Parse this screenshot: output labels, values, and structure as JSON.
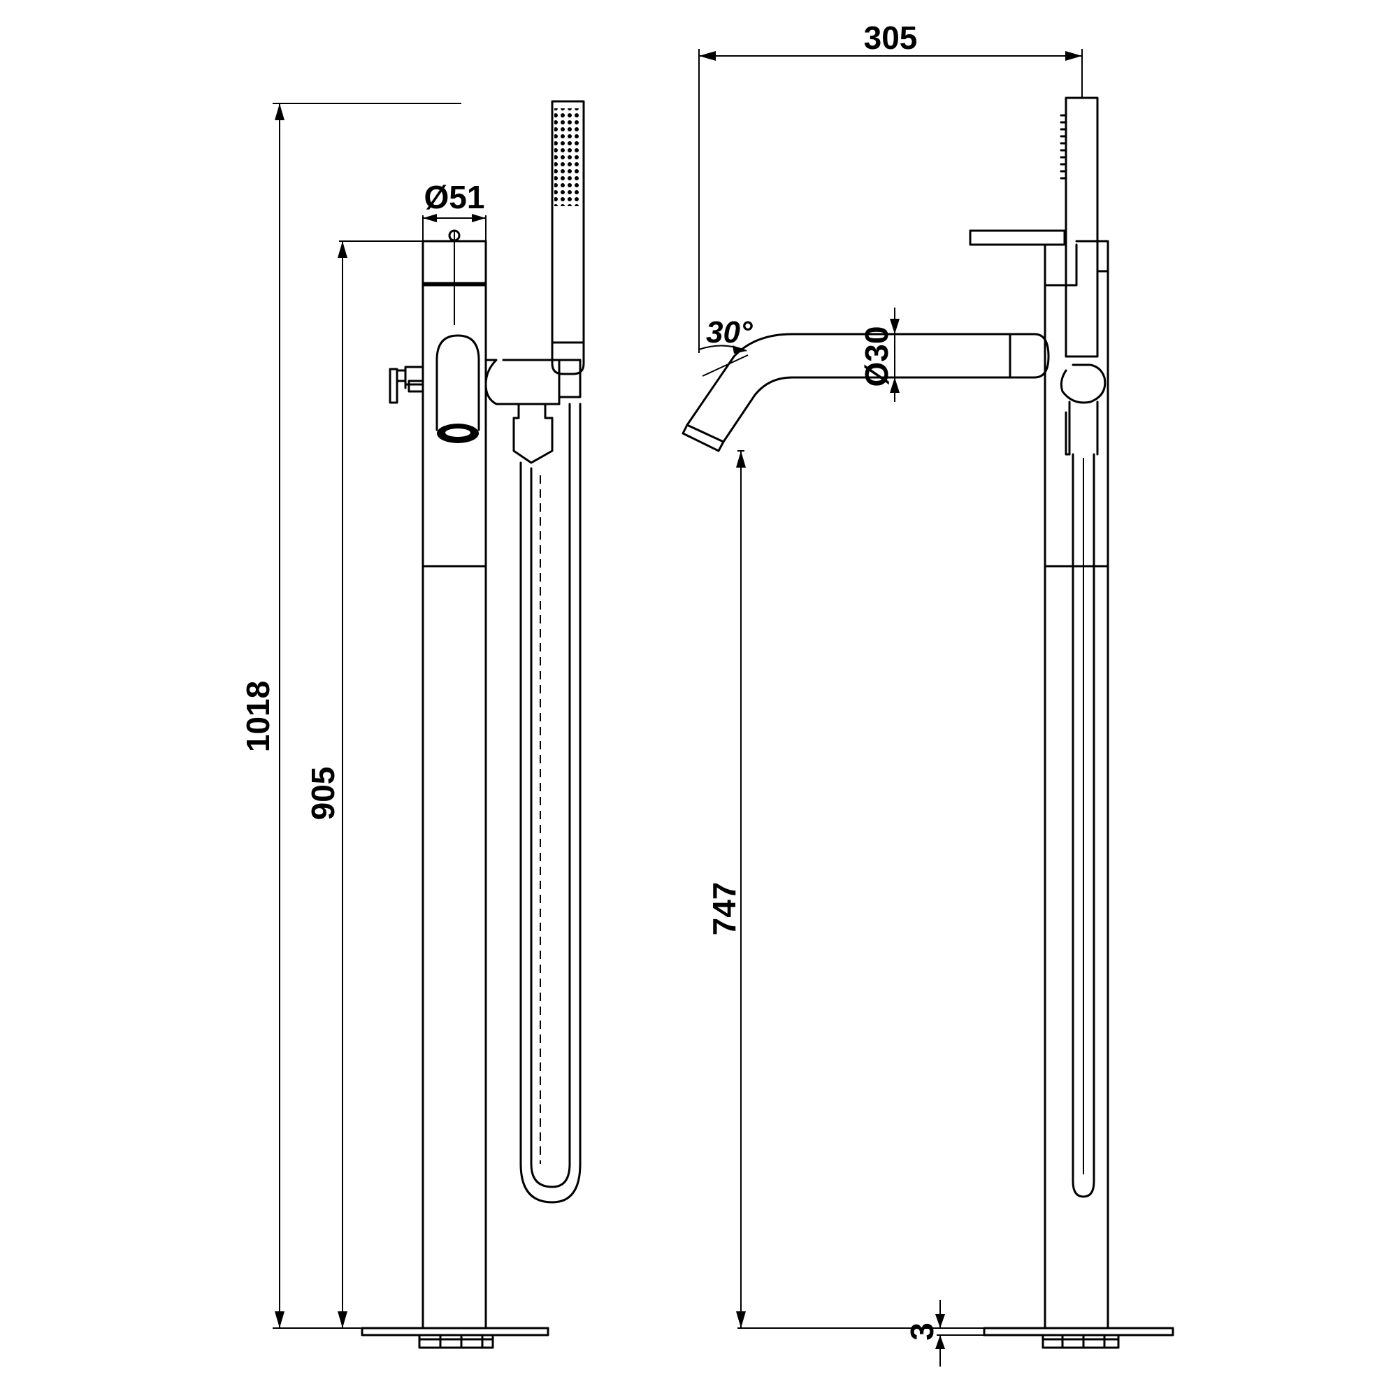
{
  "dimensions": {
    "total_height": "1018",
    "handle_height": "905",
    "spout_height": "747",
    "mixer_diameter": "Ø51",
    "spout_diameter": "Ø30",
    "projection": "305",
    "spout_angle": "30°",
    "base_plate": "3"
  }
}
